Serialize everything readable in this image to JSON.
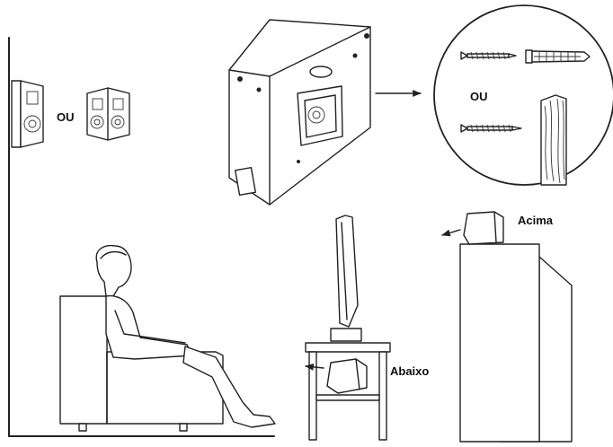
{
  "labels": {
    "or_speakers": "OU",
    "or_mounting": "OU",
    "above": "Acima",
    "below": "Abaixo"
  },
  "colors": {
    "ink": "#222222",
    "background": "#ffffff",
    "light_fill": "#e9e9e9"
  }
}
